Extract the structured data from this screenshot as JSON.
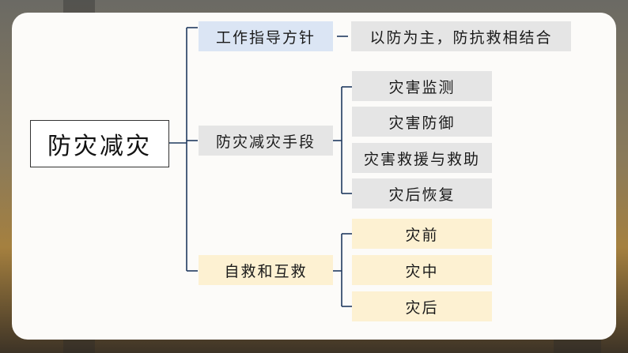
{
  "root": "防灾减灾",
  "branch1": {
    "label": "工作指导方针",
    "child": "以防为主，防抗救相结合"
  },
  "branch2": {
    "label": "防灾减灾手段",
    "children": [
      "灾害监测",
      "灾害防御",
      "灾害救援与救助",
      "灾后恢复"
    ]
  },
  "branch3": {
    "label": "自救和互救",
    "children": [
      "灾前",
      "灾中",
      "灾后"
    ]
  },
  "colors": {
    "line": "#1f3a5f",
    "gray": "#e5e5e5",
    "blue": "#dbe5f4",
    "yellow": "#fdf1d2"
  }
}
